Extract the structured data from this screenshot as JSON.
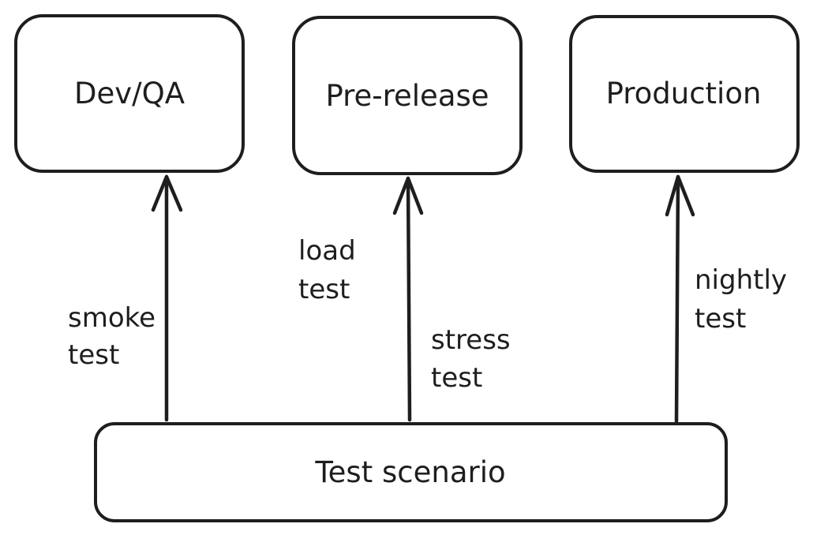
{
  "colors": {
    "stroke": "#1e1e1e",
    "background": "#ffffff"
  },
  "nodes": {
    "devqa": {
      "label": "Dev/QA"
    },
    "prerelease": {
      "label": "Pre-release"
    },
    "production": {
      "label": "Production"
    },
    "scenario": {
      "label": "Test scenario"
    }
  },
  "edges": {
    "smoke": {
      "from": "Test scenario",
      "to": "Dev/QA",
      "label_line1": "smoke",
      "label_line2": "test"
    },
    "load": {
      "from": "Test scenario",
      "to": "Pre-release",
      "label_line1": "load",
      "label_line2": "test"
    },
    "stress": {
      "from": "Test scenario",
      "to": "Pre-release",
      "label_line1": "stress",
      "label_line2": "test"
    },
    "nightly": {
      "from": "Test scenario",
      "to": "Production",
      "label_line1": "nightly",
      "label_line2": "test"
    }
  }
}
